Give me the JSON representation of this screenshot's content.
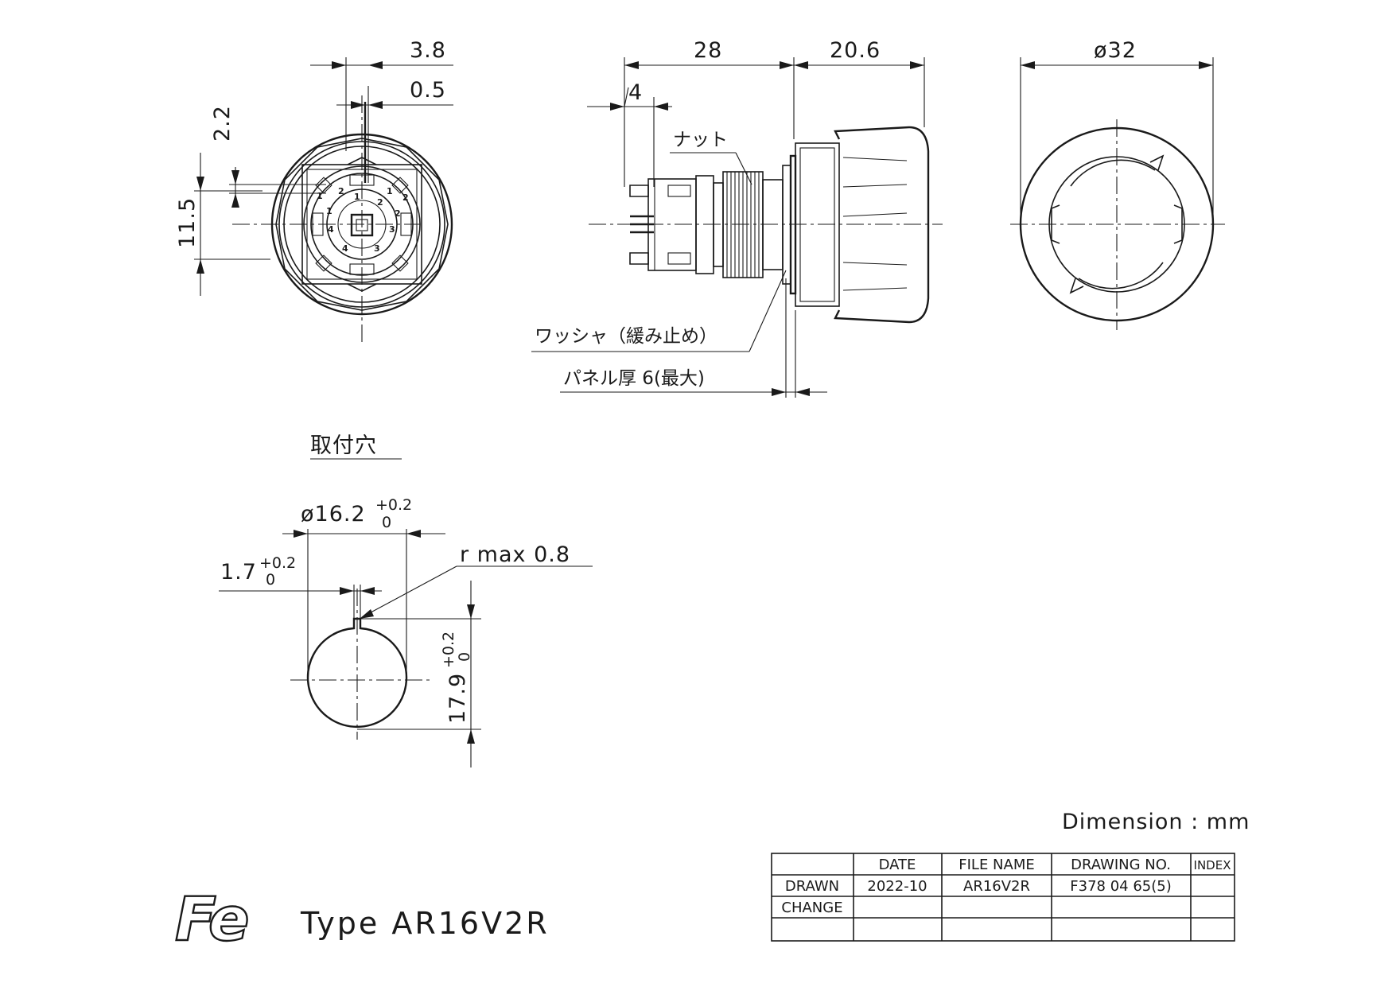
{
  "front_view": {
    "dims": {
      "d3_8": "3.8",
      "d0_5": "0.5",
      "d2_2": "2.2",
      "d11_5": "11.5"
    },
    "pin_labels": [
      "1",
      "2",
      "1",
      "2",
      "4",
      "3",
      "4",
      "3",
      "1",
      "2",
      "1",
      "2"
    ]
  },
  "side_view": {
    "dims": {
      "d28": "28",
      "d20_6": "20.6",
      "d4": "4"
    },
    "nut_label": "ナット",
    "washer_label": "ワッシャ（緩み止め）",
    "panel_label": "パネル厚 6(最大)"
  },
  "top_view": {
    "dims": {
      "dia32": "ø32"
    }
  },
  "mounting_hole": {
    "title": "取付穴",
    "dia_main": "ø16.2",
    "dia_tol_upper": "+0.2",
    "dia_tol_lower": "0",
    "key_main": "1.7",
    "key_tol_upper": "+0.2",
    "key_tol_lower": "0",
    "radius": "r max 0.8",
    "height_main": "17.9",
    "height_tol_upper": "+0.2",
    "height_tol_lower": "0"
  },
  "unit_note": "Dimension : mm",
  "title_block": {
    "headers": [
      "",
      "DATE",
      "FILE NAME",
      "DRAWING NO.",
      "INDEX"
    ],
    "rows": [
      [
        "DRAWN",
        "2022-10",
        "AR16V2R",
        "F378 04 65(5)",
        ""
      ],
      [
        "CHANGE",
        "",
        "",
        "",
        ""
      ],
      [
        "",
        "",
        "",
        "",
        ""
      ]
    ]
  },
  "logo_text": "Fe",
  "type_label": "Type AR16V2R"
}
